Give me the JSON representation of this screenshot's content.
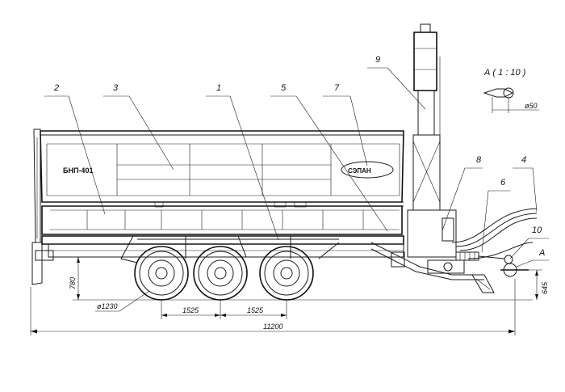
{
  "drawing": {
    "body_label": "БНП-401",
    "logo_text": "СЭПАН",
    "detail_title": "А ( 1 : 10 )",
    "detail_dimension": "ø50",
    "section_letter": "А",
    "callouts": [
      "1",
      "2",
      "3",
      "4",
      "5",
      "6",
      "7",
      "8",
      "9",
      "10"
    ],
    "dimensions": {
      "wheel_diameter": "ø1230",
      "axle_spacing_1": "1525",
      "axle_spacing_2": "1525",
      "overall_length": "11200",
      "frame_height": "780",
      "hitch_height": "645"
    }
  }
}
